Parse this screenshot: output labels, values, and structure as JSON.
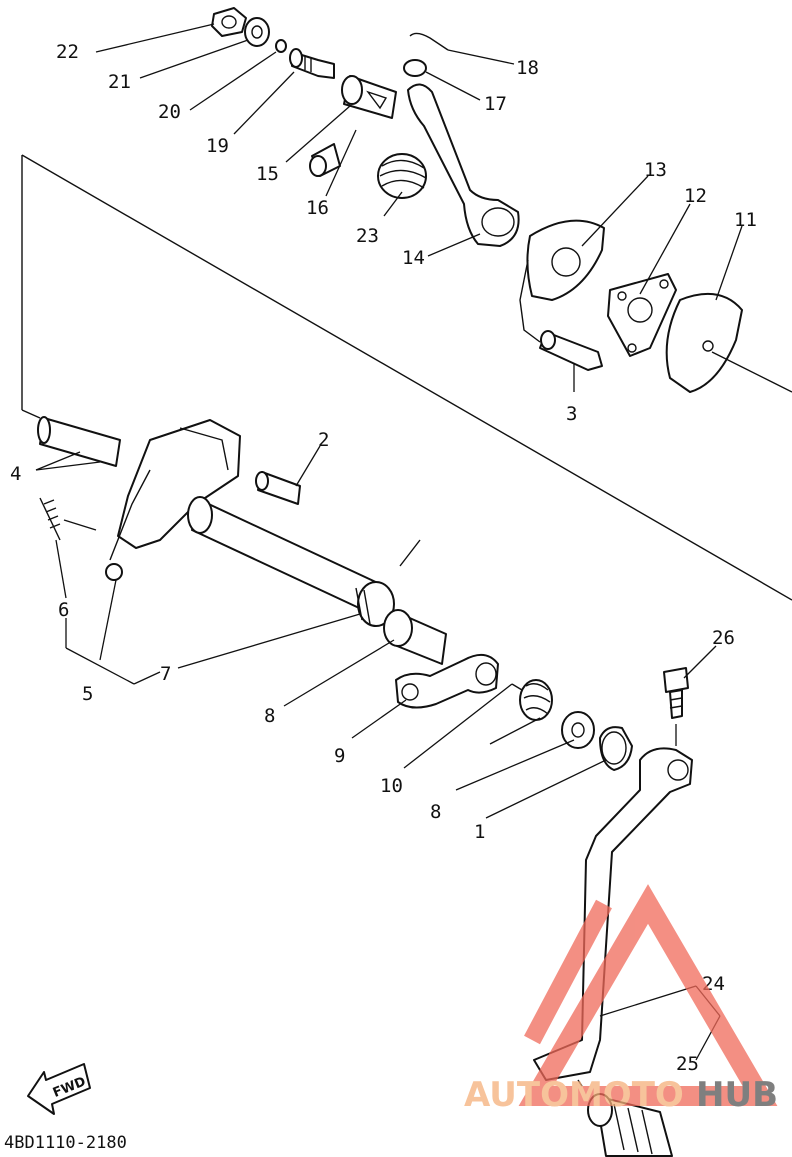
{
  "diagram": {
    "part_code": "4BD1110-2180",
    "fwd_label": "FWD",
    "callouts": [
      {
        "id": "c22",
        "text": "22"
      },
      {
        "id": "c21",
        "text": "21"
      },
      {
        "id": "c20",
        "text": "20"
      },
      {
        "id": "c19",
        "text": "19"
      },
      {
        "id": "c15",
        "text": "15"
      },
      {
        "id": "c16",
        "text": "16"
      },
      {
        "id": "c23",
        "text": "23"
      },
      {
        "id": "c18",
        "text": "18"
      },
      {
        "id": "c17",
        "text": "17"
      },
      {
        "id": "c14",
        "text": "14"
      },
      {
        "id": "c13",
        "text": "13"
      },
      {
        "id": "c12",
        "text": "12"
      },
      {
        "id": "c11",
        "text": "11"
      },
      {
        "id": "c3",
        "text": "3"
      },
      {
        "id": "c2",
        "text": "2"
      },
      {
        "id": "c4",
        "text": "4"
      },
      {
        "id": "c6",
        "text": "6"
      },
      {
        "id": "c5",
        "text": "5"
      },
      {
        "id": "c7",
        "text": "7"
      },
      {
        "id": "c8a",
        "text": "8"
      },
      {
        "id": "c9",
        "text": "9"
      },
      {
        "id": "c10",
        "text": "10"
      },
      {
        "id": "c8b",
        "text": "8"
      },
      {
        "id": "c1",
        "text": "1"
      },
      {
        "id": "c26",
        "text": "26"
      },
      {
        "id": "c24",
        "text": "24"
      },
      {
        "id": "c25",
        "text": "25"
      }
    ]
  },
  "watermark": {
    "part1": "AUTOMOTO",
    "part2": "HUB",
    "color_primary": "#f06a5a",
    "color_secondary": "#f5b07a",
    "color_dark": "#555555"
  }
}
